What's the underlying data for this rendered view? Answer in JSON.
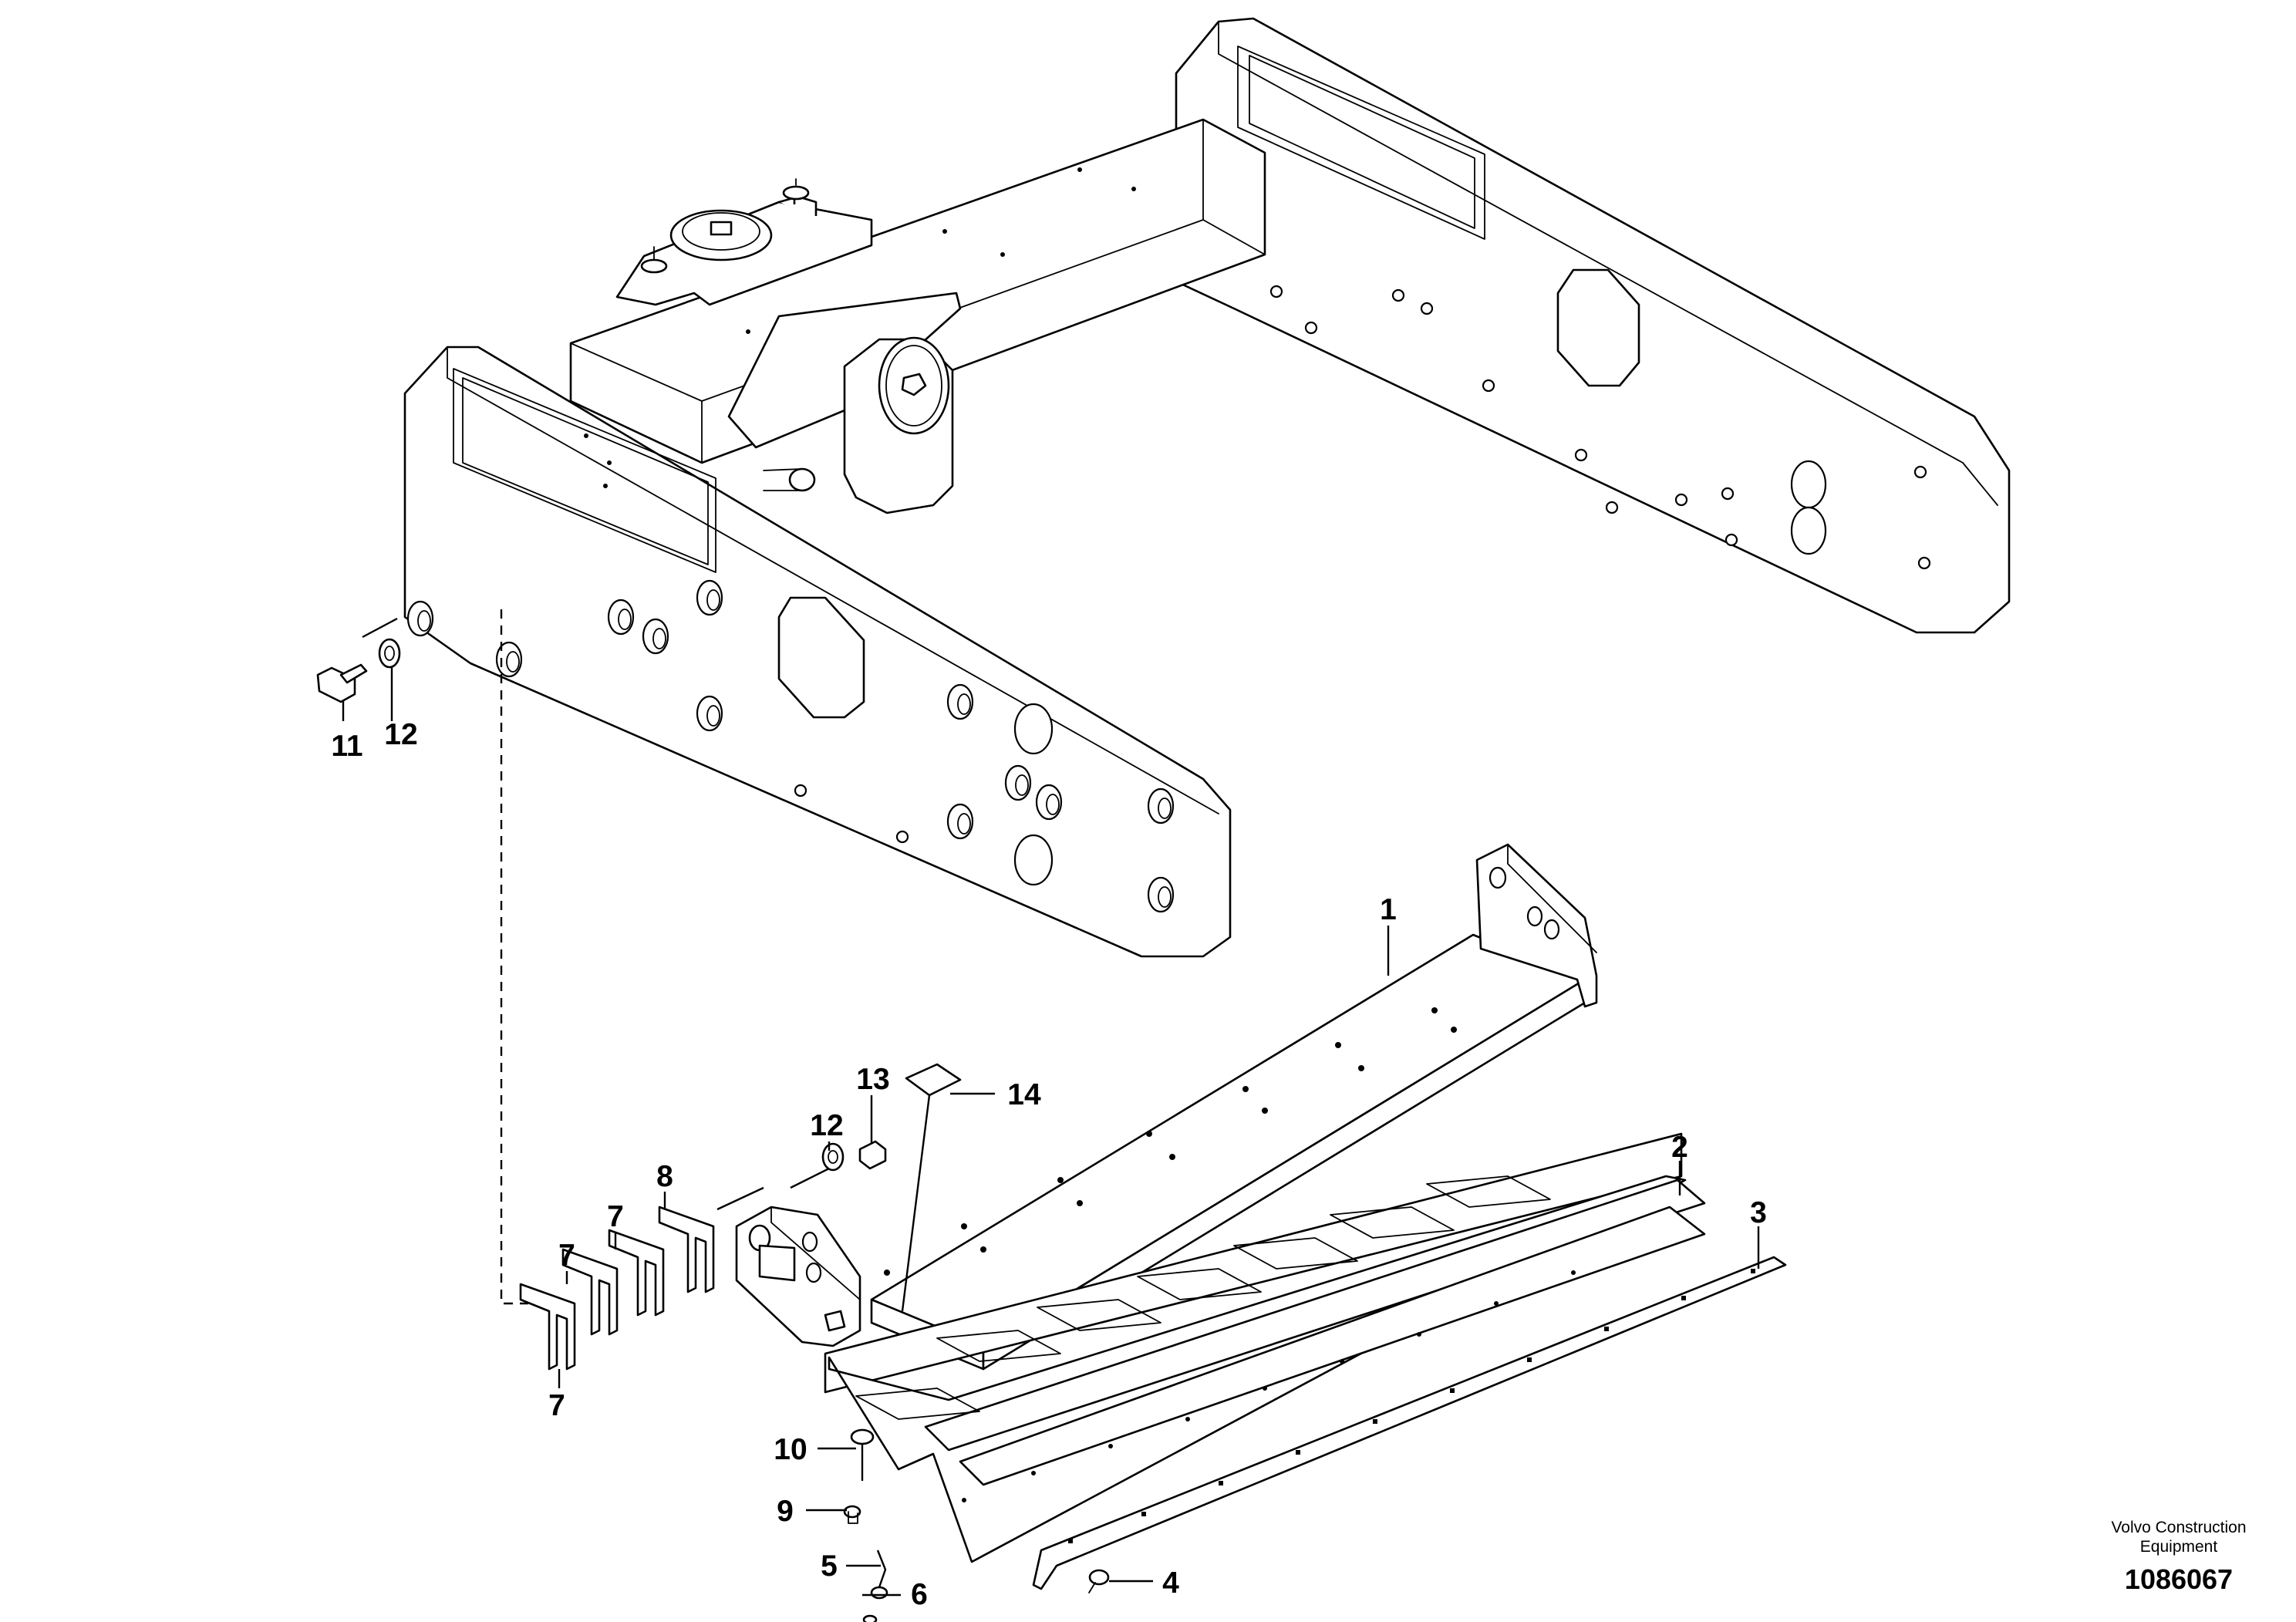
{
  "callouts": [
    {
      "id": "c1",
      "label": "1"
    },
    {
      "id": "c2",
      "label": "2"
    },
    {
      "id": "c3",
      "label": "3"
    },
    {
      "id": "c4",
      "label": "4"
    },
    {
      "id": "c5",
      "label": "5"
    },
    {
      "id": "c6",
      "label": "6"
    },
    {
      "id": "c7a",
      "label": "7"
    },
    {
      "id": "c7b",
      "label": "7"
    },
    {
      "id": "c7c",
      "label": "7"
    },
    {
      "id": "c8",
      "label": "8"
    },
    {
      "id": "c9",
      "label": "9"
    },
    {
      "id": "c10",
      "label": "10"
    },
    {
      "id": "c11",
      "label": "11"
    },
    {
      "id": "c12a",
      "label": "12"
    },
    {
      "id": "c12b",
      "label": "12"
    },
    {
      "id": "c13",
      "label": "13"
    },
    {
      "id": "c14",
      "label": "14"
    }
  ],
  "footer": {
    "brand_line1": "Volvo Construction",
    "brand_line2": "Equipment",
    "doc_number": "1086067"
  }
}
